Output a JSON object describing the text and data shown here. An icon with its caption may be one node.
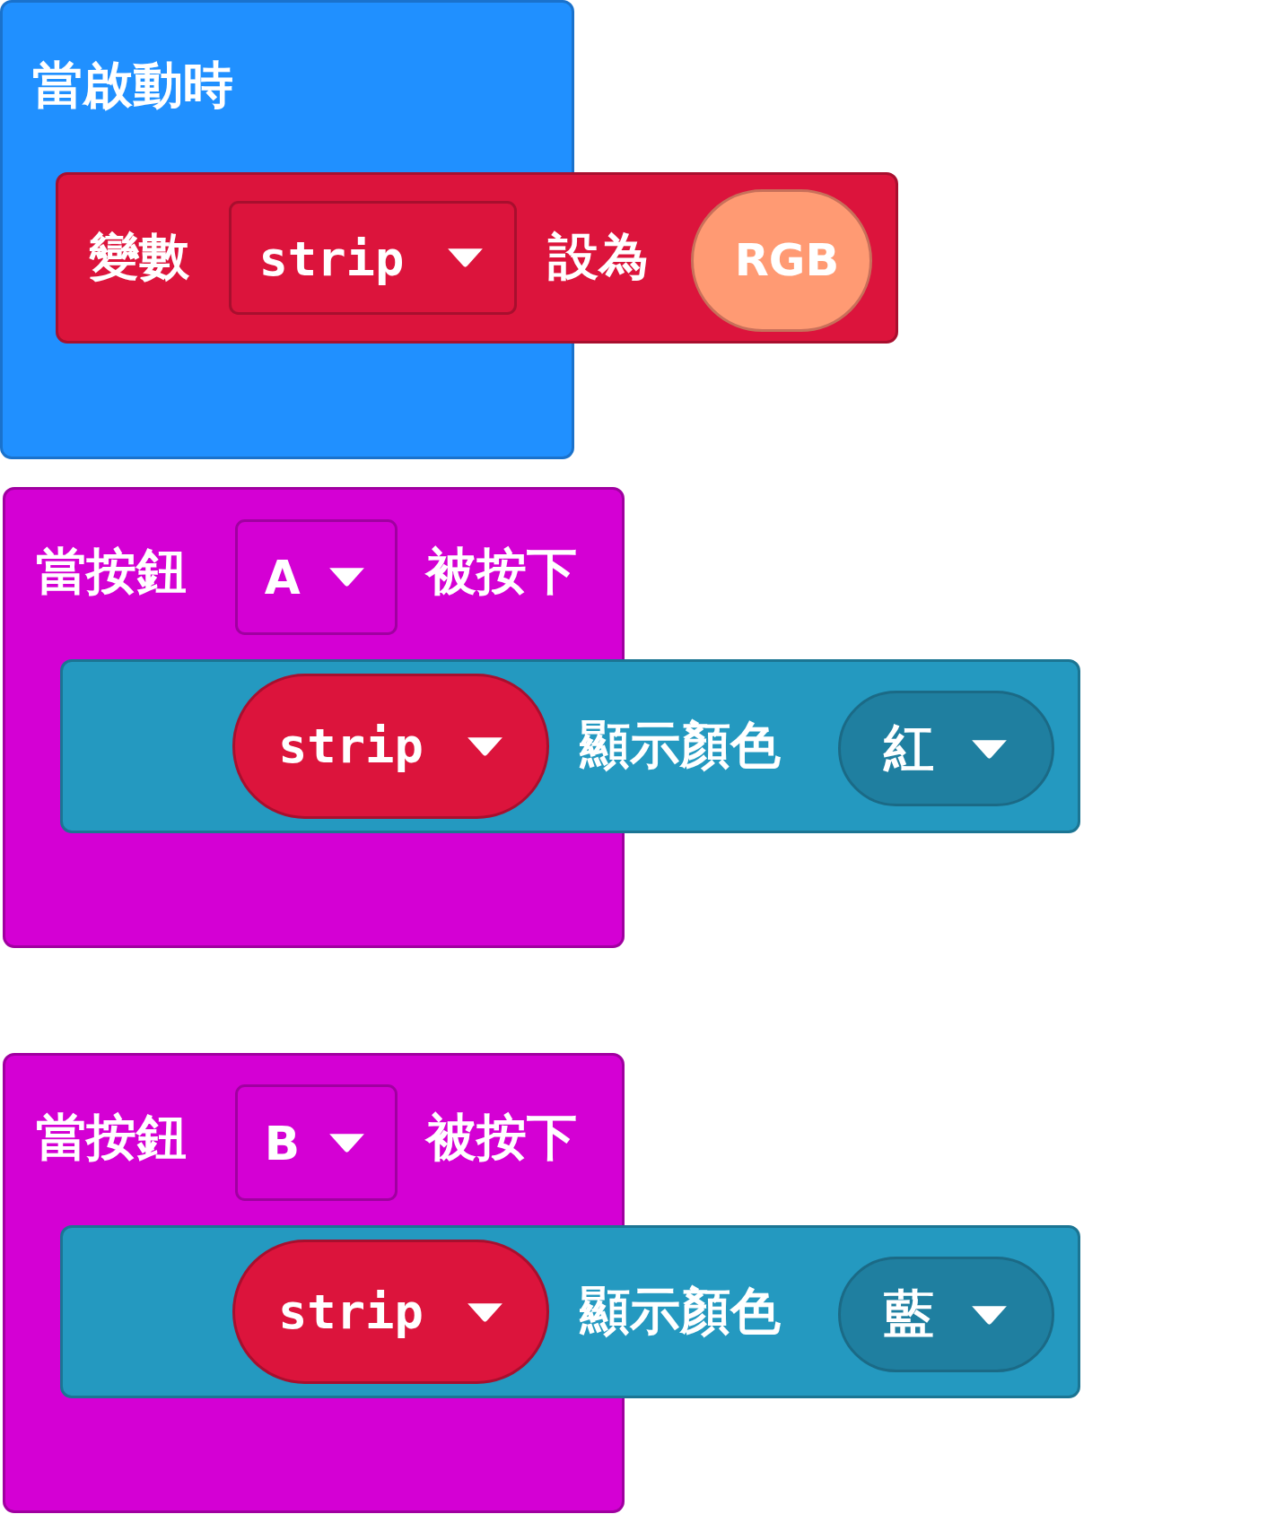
{
  "diagram": {
    "nodes": [
      {
        "text": [
          "當啟動時"
        ]
      },
      {
        "text": [
          "變數",
          "設為"
        ]
      },
      {
        "text": [
          "strip"
        ]
      },
      {
        "text": [
          "RGB"
        ],
        "in": 1
      },
      {
        "text": [
          "當按鈕",
          "被按下"
        ]
      },
      {
        "text": [
          "A"
        ],
        "in": 4
      },
      {
        "text": [
          "顯示顏色"
        ]
      },
      {
        "text": [
          "strip"
        ]
      },
      {
        "text": [
          "紅"
        ],
        "in": 6
      },
      {
        "text": [
          "當按鈕",
          "被按下"
        ]
      },
      {
        "text": [
          "B"
        ],
        "in": 9
      },
      {
        "text": [
          "顯示顏色"
        ]
      },
      {
        "text": [
          "strip"
        ]
      },
      {
        "text": [
          "藍"
        ],
        "in": 11
      }
    ],
    "edges": []
  }
}
